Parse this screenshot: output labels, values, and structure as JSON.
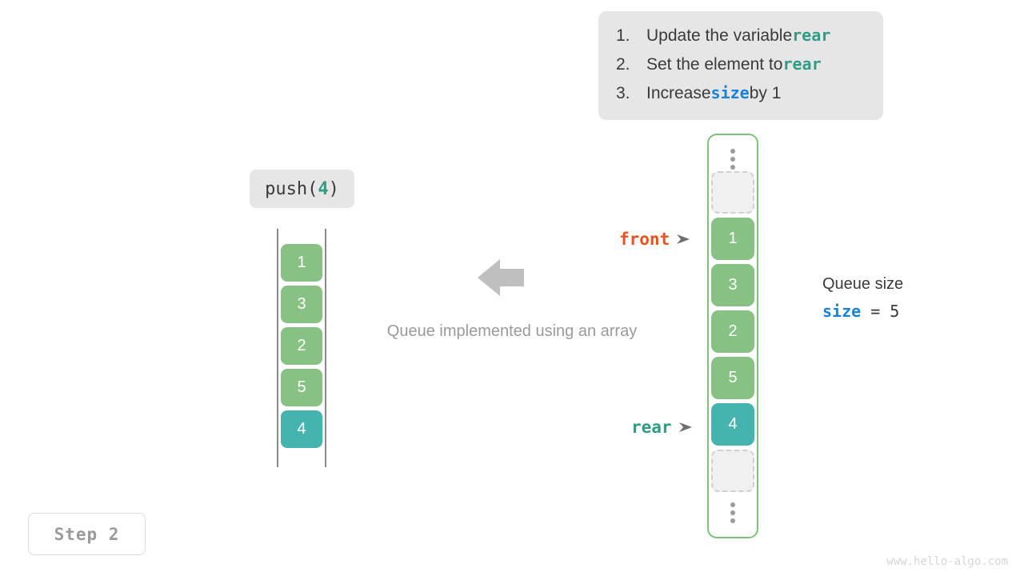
{
  "instructions": {
    "items": [
      {
        "num": "1.",
        "pre": "Update the variable ",
        "keyword": "rear",
        "keyword_style": "teal",
        "post": ""
      },
      {
        "num": "2.",
        "pre": "Set the element to ",
        "keyword": "rear",
        "keyword_style": "teal",
        "post": ""
      },
      {
        "num": "3.",
        "pre": "Increase ",
        "keyword": "size",
        "keyword_style": "blue",
        "post": " by 1"
      }
    ]
  },
  "push_label": {
    "fn": "push(",
    "arg": "4",
    "close": ")"
  },
  "left_array": {
    "cells": [
      {
        "value": "1",
        "style": "green"
      },
      {
        "value": "3",
        "style": "green"
      },
      {
        "value": "2",
        "style": "green"
      },
      {
        "value": "5",
        "style": "green"
      },
      {
        "value": "4",
        "style": "teal"
      }
    ]
  },
  "caption": "Queue implemented using an array",
  "queue": {
    "cells": [
      {
        "value": "",
        "style": "empty"
      },
      {
        "value": "1",
        "style": "green"
      },
      {
        "value": "3",
        "style": "green"
      },
      {
        "value": "2",
        "style": "green"
      },
      {
        "value": "5",
        "style": "green"
      },
      {
        "value": "4",
        "style": "teal"
      },
      {
        "value": "",
        "style": "empty"
      }
    ]
  },
  "pointers": {
    "front": {
      "label": "front",
      "color": "#e8521e"
    },
    "rear": {
      "label": "rear",
      "color": "#339b84"
    }
  },
  "size_info": {
    "title": "Queue size",
    "var": "size",
    "eq": " = ",
    "value": "5"
  },
  "step_badge": "Step 2",
  "watermark": "www.hello-algo.com",
  "colors": {
    "green_cell": "#88c184",
    "teal_cell": "#45b4af",
    "container_border": "#7ec27a",
    "keyword_teal": "#339b84",
    "keyword_blue": "#1a82d4",
    "front_orange": "#e8521e",
    "callout_bg": "#e6e6e6",
    "arrow_gray": "#bfbfbf"
  }
}
